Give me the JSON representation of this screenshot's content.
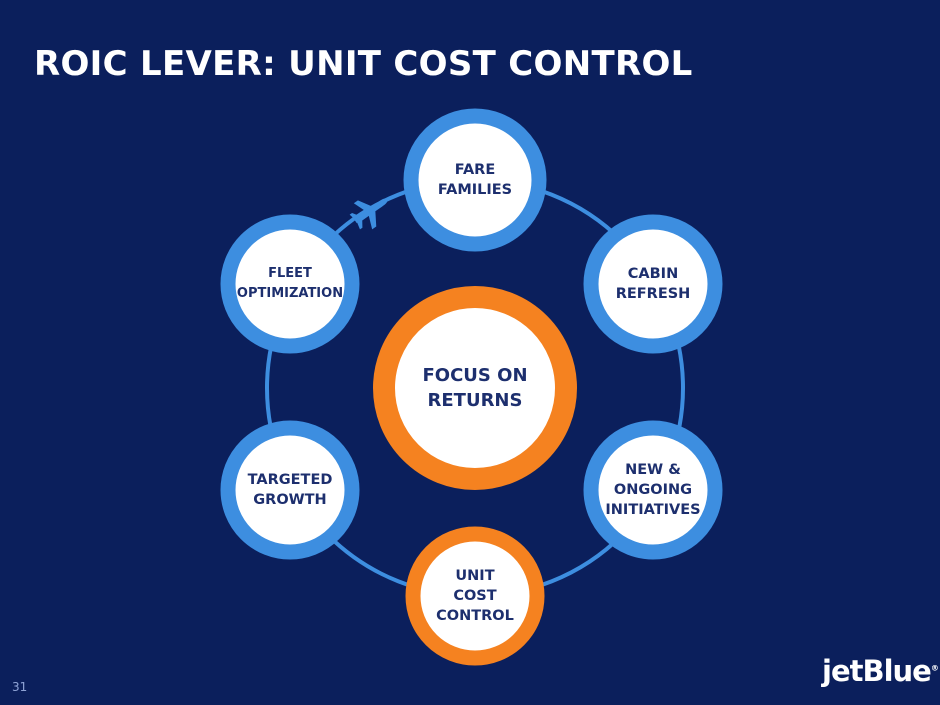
{
  "title": "ROIC LEVER: UNIT COST CONTROL",
  "center": {
    "line1": "FOCUS ON",
    "line2": "RETURNS"
  },
  "nodes": [
    {
      "line1": "FARE",
      "line2": "FAMILIES",
      "line3": ""
    },
    {
      "line1": "CABIN",
      "line2": "REFRESH",
      "line3": ""
    },
    {
      "line1": "NEW &",
      "line2": "ONGOING",
      "line3": "INITIATIVES"
    },
    {
      "line1": "UNIT",
      "line2": "COST",
      "line3": "CONTROL"
    },
    {
      "line1": "TARGETED",
      "line2": "GROWTH",
      "line3": ""
    },
    {
      "line1": "FLEET",
      "line2": "OPTIMIZATION",
      "line3": ""
    }
  ],
  "colors": {
    "background": "#0b1f5c",
    "blue": "#3d8ee0",
    "orange": "#f58220",
    "text": "#1d2f6e"
  },
  "page_number": "31",
  "logo": "jetBlue"
}
